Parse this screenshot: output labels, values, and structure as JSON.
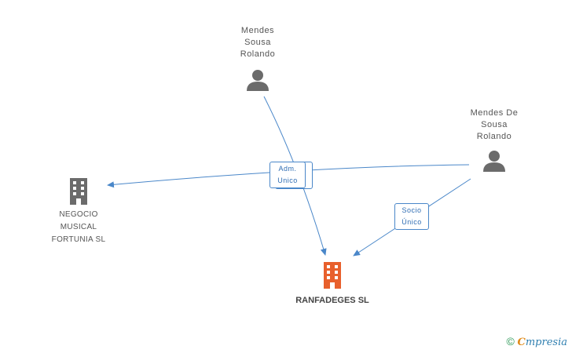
{
  "nodes": {
    "person1": {
      "name": "Mendes\nSousa\nRolando",
      "icon": "person-icon"
    },
    "person2": {
      "name": "Mendes De\nSousa\nRolando",
      "icon": "person-icon"
    },
    "company1": {
      "name": "NEGOCIO\nMUSICAL\nFORTUNIA  SL",
      "icon": "building-icon"
    },
    "company_main": {
      "name": "RANFADEGES SL",
      "icon": "building-icon"
    }
  },
  "edge_labels": {
    "adm": "Adm.\nUnico",
    "socio": "Socio\nÚnico"
  },
  "colors": {
    "edge": "#4a87c9",
    "person": "#6b6b6b",
    "company": "#6b6b6b",
    "main_company": "#e8602c"
  },
  "footer": {
    "copyright": "©",
    "brand_initial": "C",
    "brand_rest": "mpresia"
  }
}
